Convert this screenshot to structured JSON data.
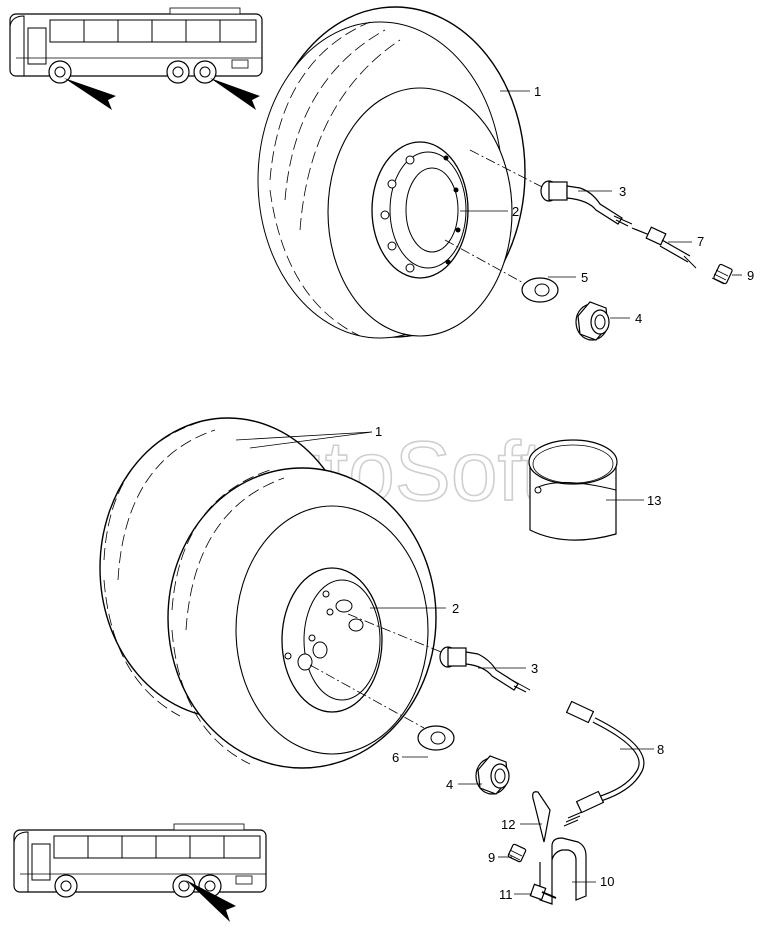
{
  "watermark": "AutoSoft",
  "parts": {
    "p1a": "1",
    "p2a": "2",
    "p3a": "3",
    "p4a": "4",
    "p5": "5",
    "p7": "7",
    "p9a": "9",
    "p1b": "1",
    "p2b": "2",
    "p3b": "3",
    "p4b": "4",
    "p6": "6",
    "p8": "8",
    "p9b": "9",
    "p10": "10",
    "p11": "11",
    "p12": "12",
    "p13": "13"
  },
  "icons": [
    "bus-front-axle-indicator",
    "bus-rear-axle-indicator",
    "arrow-pointer"
  ],
  "colors": {
    "line": "#000000",
    "background": "#ffffff",
    "watermark": "#cfcfcf"
  }
}
